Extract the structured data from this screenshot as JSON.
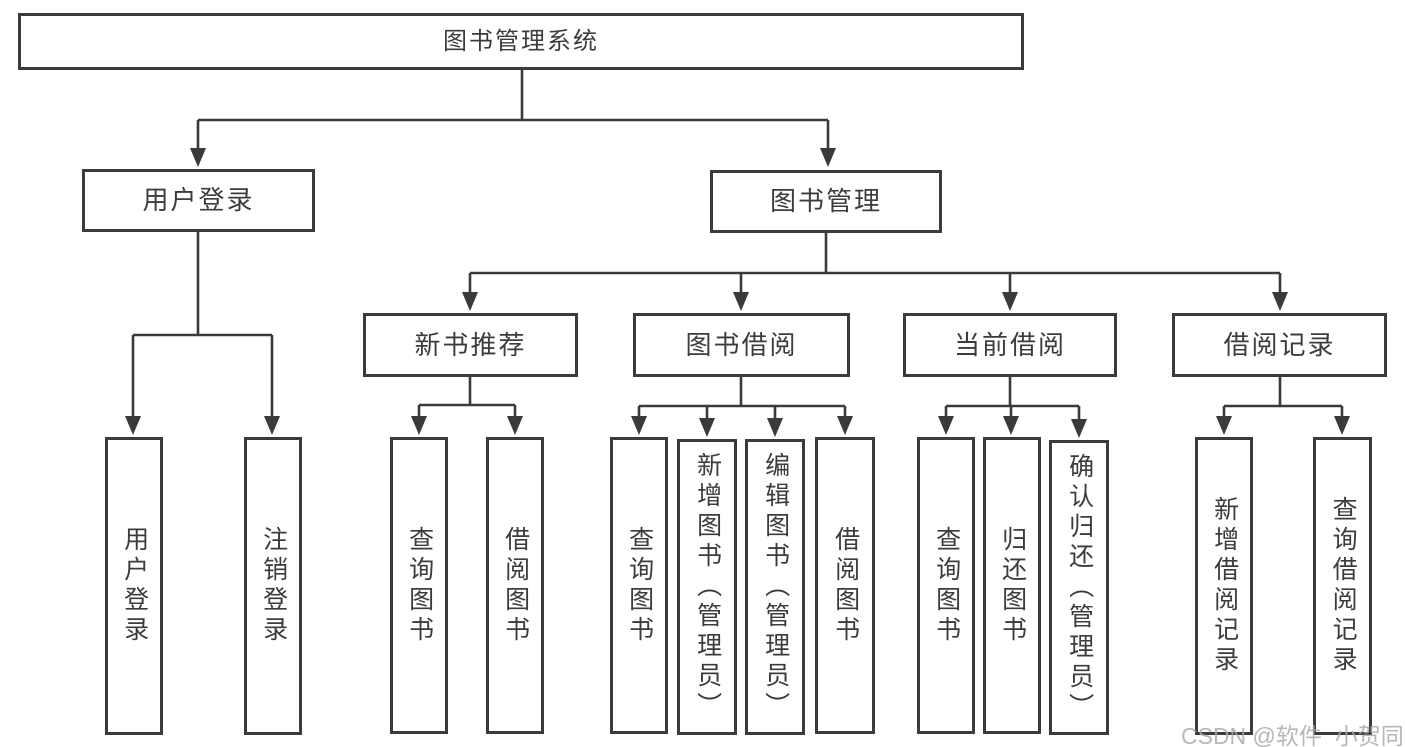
{
  "tree": {
    "label": "图书管理系统",
    "children": [
      {
        "label": "用户登录",
        "children": [
          {
            "label": "用户登录"
          },
          {
            "label": "注销登录"
          }
        ]
      },
      {
        "label": "图书管理",
        "children": [
          {
            "label": "新书推荐",
            "children": [
              {
                "label": "查询图书"
              },
              {
                "label": "借阅图书"
              }
            ]
          },
          {
            "label": "图书借阅",
            "children": [
              {
                "label": "查询图书"
              },
              {
                "label": "新增图书（管理员）"
              },
              {
                "label": "编辑图书（管理员）"
              },
              {
                "label": "借阅图书"
              }
            ]
          },
          {
            "label": "当前借阅",
            "children": [
              {
                "label": "查询图书"
              },
              {
                "label": "归还图书"
              },
              {
                "label": "确认归还（管理员）"
              }
            ]
          },
          {
            "label": "借阅记录",
            "children": [
              {
                "label": "新增借阅记录"
              },
              {
                "label": "查询借阅记录"
              }
            ]
          }
        ]
      }
    ]
  },
  "watermark": {
    "text": "CSDN @软件_小贺同学"
  },
  "colors": {
    "background": "#ffffff",
    "box_border": "#3b3b3b",
    "connector_line": "#3a3a3a",
    "text": "#3c3c3c",
    "watermark": "#aaaaaa"
  }
}
